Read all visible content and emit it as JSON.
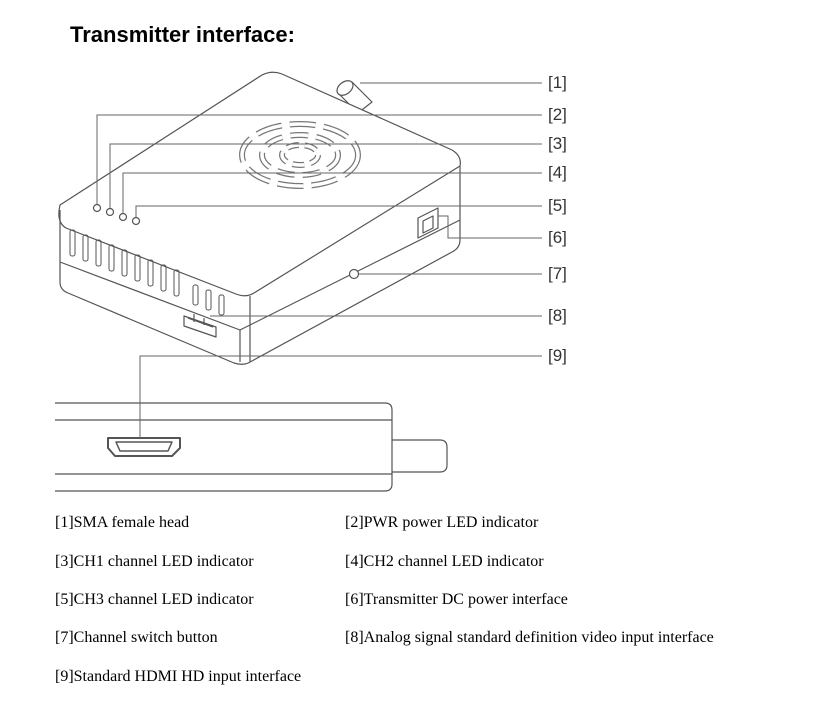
{
  "title": "Transmitter interface:",
  "callouts": [
    "[1]",
    "[2]",
    "[3]",
    "[4]",
    "[5]",
    "[6]",
    "[7]",
    "[8]",
    "[9]"
  ],
  "legend": [
    "[1]SMA female head",
    "[2]PWR power LED indicator",
    "[3]CH1 channel LED indicator",
    "[4]CH2 channel LED indicator",
    "[5]CH3 channel LED indicator",
    "[6]Transmitter DC power interface",
    "[7]Channel switch button",
    "[8]Analog signal standard definition video input interface",
    "[9]Standard HDMI HD input interface"
  ]
}
